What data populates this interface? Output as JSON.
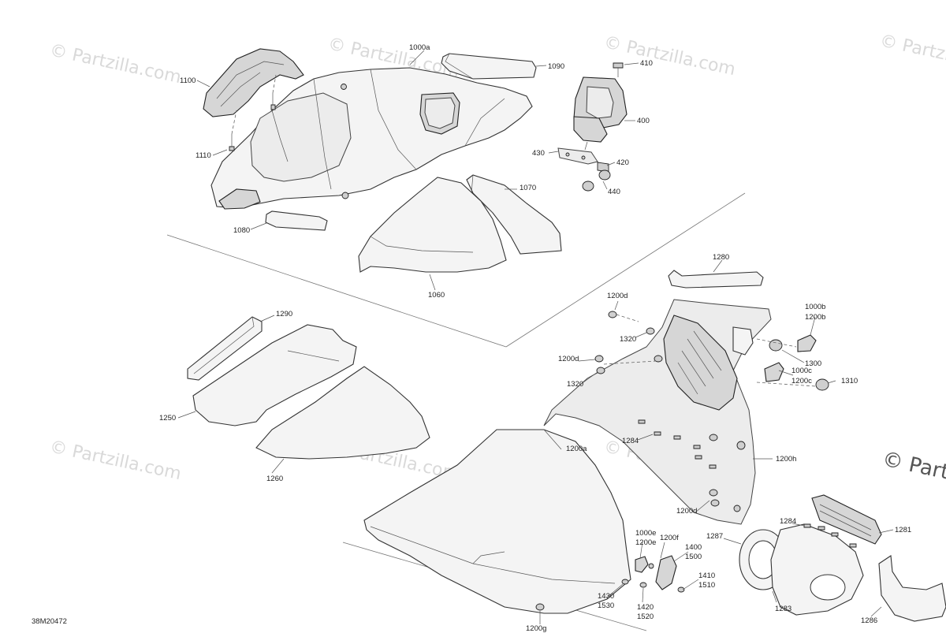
{
  "watermark": {
    "text": "© Partzilla.com",
    "side_text": "© Partz"
  },
  "document_id": "38M20472",
  "callouts": {
    "c1000a": "1000a",
    "c1090": "1090",
    "c1100": "1100",
    "c1110": "1110",
    "c1080": "1080",
    "c1070": "1070",
    "c1060": "1060",
    "c410": "410",
    "c400": "400",
    "c430": "430",
    "c420": "420",
    "c440": "440",
    "c1280": "1280",
    "c1290": "1290",
    "c1200d_top": "1200d",
    "c1320_top": "1320",
    "c1200d_mid": "1200d",
    "c1320_mid": "1320",
    "c1000b": "1000b",
    "c1200b": "1200b",
    "c1300": "1300",
    "c1000c": "1000c",
    "c1200c": "1200c",
    "c1310": "1310",
    "c1250": "1250",
    "c1260": "1260",
    "c1200a": "1200a",
    "c1284_mid": "1284",
    "c1200h": "1200h",
    "c1200d_low": "1200d",
    "c1284_low": "1284",
    "c1281": "1281",
    "c1287": "1287",
    "c1000e": "1000e",
    "c1200e": "1200e",
    "c1200f": "1200f",
    "c1400": "1400",
    "c1500": "1500",
    "c1410": "1410",
    "c1510": "1510",
    "c1430": "1430",
    "c1530": "1530",
    "c1420": "1420",
    "c1520": "1520",
    "c1200g": "1200g",
    "c1283": "1283",
    "c1286": "1286"
  }
}
